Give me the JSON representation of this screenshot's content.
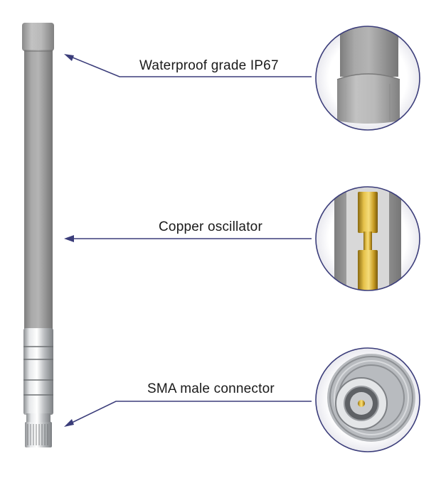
{
  "callouts": [
    {
      "label": "Waterproof grade IP67",
      "icon": "end-cap-closeup-icon"
    },
    {
      "label": "Copper oscillator",
      "icon": "copper-oscillator-closeup-icon"
    },
    {
      "label": "SMA male connector",
      "icon": "connector-closeup-icon"
    }
  ],
  "colors": {
    "callout_line": "#3b3d7a",
    "radome": "#9a9a9a",
    "copper": "#c9a227",
    "metal": "#c8cacc"
  }
}
